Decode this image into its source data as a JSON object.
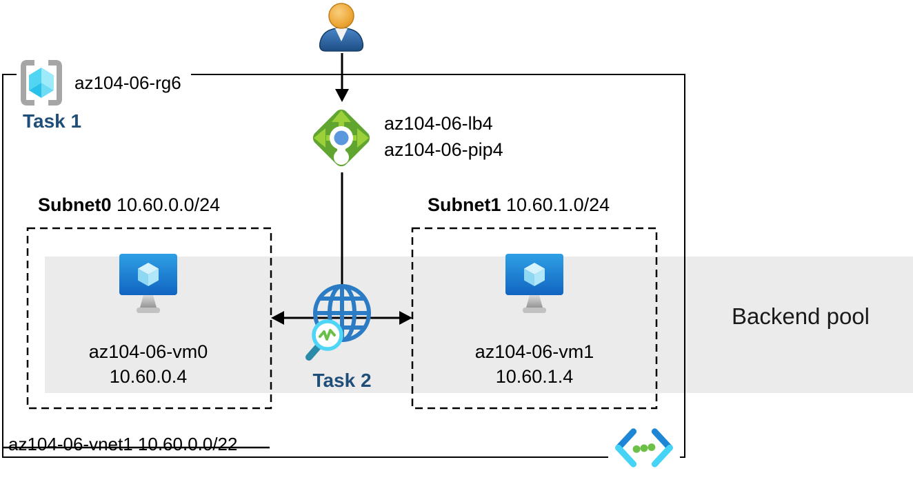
{
  "diagram": {
    "resource_group": {
      "name": "az104-06-rg6",
      "task": "Task 1"
    },
    "load_balancer": {
      "name": "az104-06-lb4",
      "public_ip": "az104-06-pip4"
    },
    "subnet0": {
      "name": "Subnet0",
      "cidr": "10.60.0.0/24",
      "vm_name": "az104-06-vm0",
      "vm_ip": "10.60.0.4"
    },
    "subnet1": {
      "name": "Subnet1",
      "cidr": "10.60.1.0/24",
      "vm_name": "az104-06-vm1",
      "vm_ip": "10.60.1.4"
    },
    "vnet": {
      "label": "az104-06-vnet1 10.60.0.0/22"
    },
    "backend_pool": "Backend pool",
    "task2": "Task 2"
  },
  "icons": {
    "user": "user-icon",
    "resource_group": "resource-group-icon",
    "load_balancer": "load-balancer-icon",
    "virtual_machine": "vm-icon",
    "network_watcher": "network-watcher-icon",
    "virtual_network": "virtual-network-icon"
  },
  "colors": {
    "task_label": "#1f4e79",
    "backend_band": "#ebebeb",
    "lb_green": "#5fa52f",
    "lb_arrow_green": "#9bd03a",
    "lb_dot_blue": "#5b97dd",
    "globe_blue": "#2b7cc5",
    "magnifier_cyan": "#4fd5f5",
    "pulse_green": "#69bf47",
    "vnet_icon_blue": "#1e86d4",
    "vnet_icon_cyan": "#45d4f6",
    "dot_green": "#6cbf47"
  }
}
